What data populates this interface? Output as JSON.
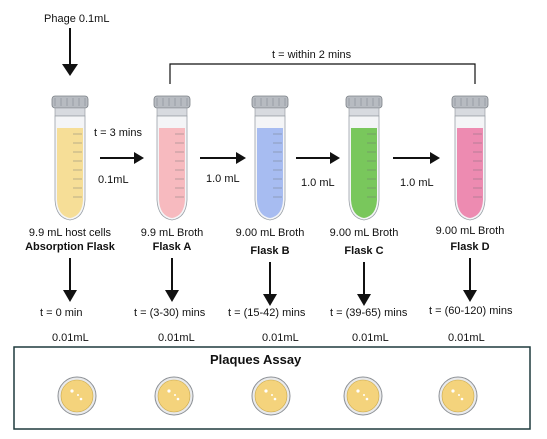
{
  "phage_label": "Phage 0.1mL",
  "bracket_label": "t = within 2 mins",
  "transfer_first_time": "t = 3 mins",
  "transfer_first_volume": "0.1mL",
  "tubes": [
    {
      "caption": "9.9 mL host cells",
      "name": "Absorption Flask",
      "time": "t = 0 min",
      "sample": "0.01mL",
      "liquid_color": "#f6dc8c",
      "cap_color": "#c9ccd1"
    },
    {
      "caption": "9.9 mL Broth",
      "name": "Flask A",
      "time": "t = (3-30) mins",
      "sample": "0.01mL",
      "liquid_color": "#f7b4b8",
      "cap_color": "#c9ccd1"
    },
    {
      "caption": "9.00 mL Broth",
      "name": "Flask B",
      "time": "t = (15-42) mins",
      "sample": "0.01mL",
      "liquid_color": "#9fb6ef",
      "cap_color": "#c9ccd1"
    },
    {
      "caption": "9.00 mL Broth",
      "name": "Flask C",
      "time": "t = (39-65) mins",
      "sample": "0.01mL",
      "liquid_color": "#6cc24a",
      "cap_color": "#c9ccd1"
    },
    {
      "caption": "9.00 mL Broth",
      "name": "Flask D",
      "time": "t = (60-120) mins",
      "sample": "0.01mL",
      "liquid_color": "#ec7fa8",
      "cap_color": "#c9ccd1"
    }
  ],
  "transfers": [
    "1.0 mL",
    "1.0 mL",
    "1.0 mL"
  ],
  "assay_title": "Plaques Assay",
  "plate_count": 5,
  "plate_color": "#f4d37c",
  "box_border_color": "#1f3a3d"
}
